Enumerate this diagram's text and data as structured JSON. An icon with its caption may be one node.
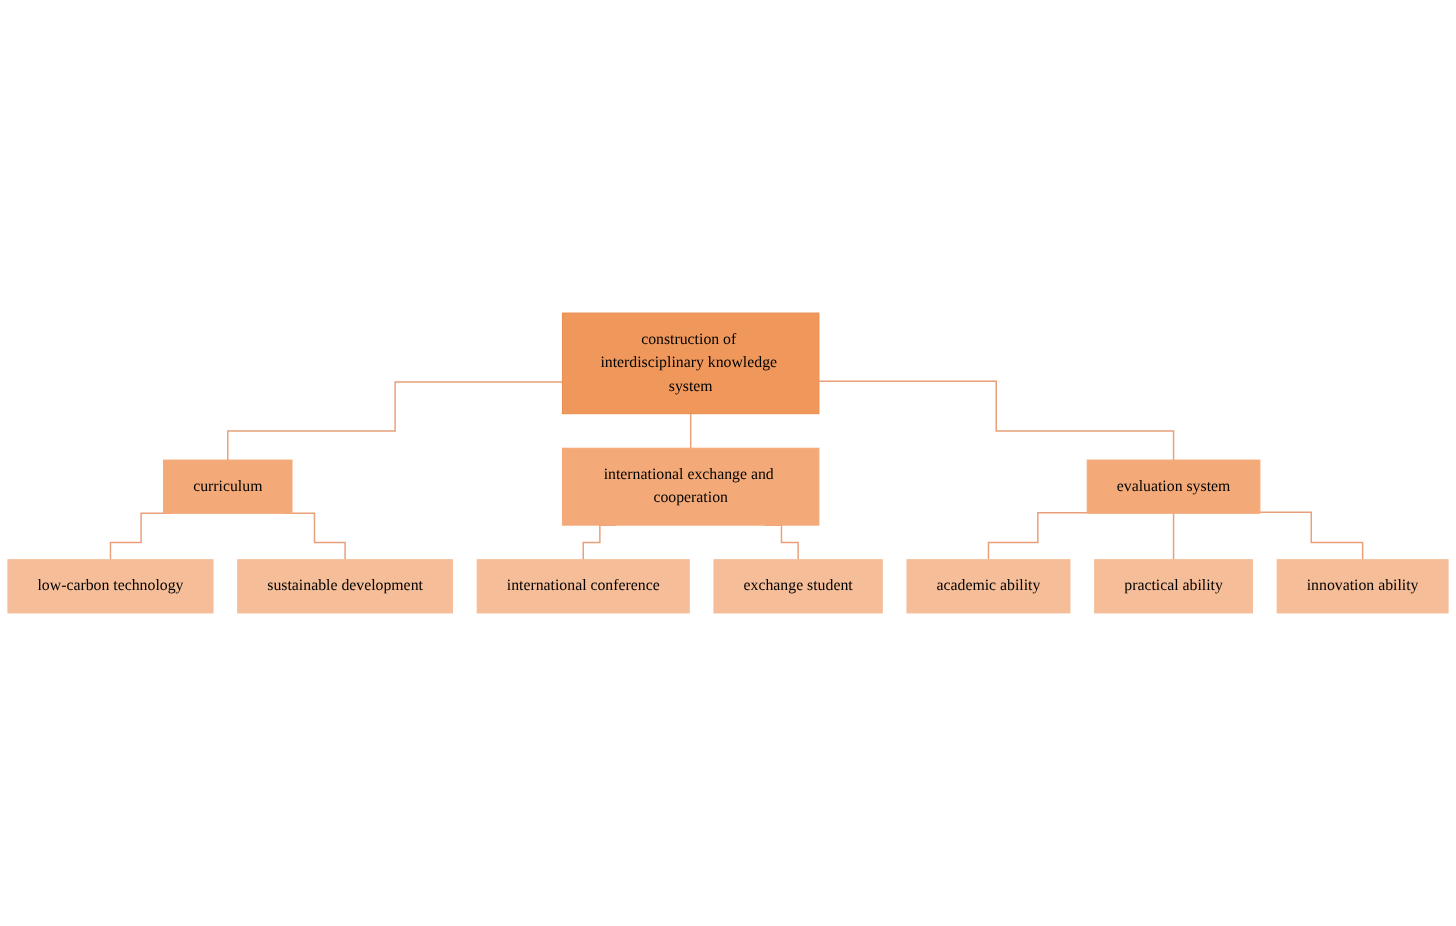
{
  "diagram": {
    "nodes": [
      {
        "text": [
          "construction of interdisciplinary knowledge system"
        ]
      },
      {
        "text": [
          "curriculum"
        ]
      },
      {
        "text": [
          "international exchange and cooperation"
        ]
      },
      {
        "text": [
          "evaluation system"
        ]
      },
      {
        "text": [
          "low-carbon technology"
        ]
      },
      {
        "text": [
          "sustainable development"
        ]
      },
      {
        "text": [
          "international conference"
        ]
      },
      {
        "text": [
          "exchange student"
        ]
      },
      {
        "text": [
          "academic ability"
        ]
      },
      {
        "text": [
          "practical ability"
        ]
      },
      {
        "text": [
          "innovation ability"
        ]
      }
    ],
    "edges": [
      {
        "from": 0,
        "to": 1,
        "arrow": "none"
      },
      {
        "from": 0,
        "to": 2,
        "arrow": "none"
      },
      {
        "from": 0,
        "to": 3,
        "arrow": "none"
      },
      {
        "from": 1,
        "to": 4,
        "arrow": "none"
      },
      {
        "from": 1,
        "to": 5,
        "arrow": "none"
      },
      {
        "from": 2,
        "to": 6,
        "arrow": "none"
      },
      {
        "from": 2,
        "to": 7,
        "arrow": "none"
      },
      {
        "from": 3,
        "to": 8,
        "arrow": "none"
      },
      {
        "from": 3,
        "to": 9,
        "arrow": "none"
      },
      {
        "from": 3,
        "to": 10,
        "arrow": "none"
      }
    ]
  }
}
